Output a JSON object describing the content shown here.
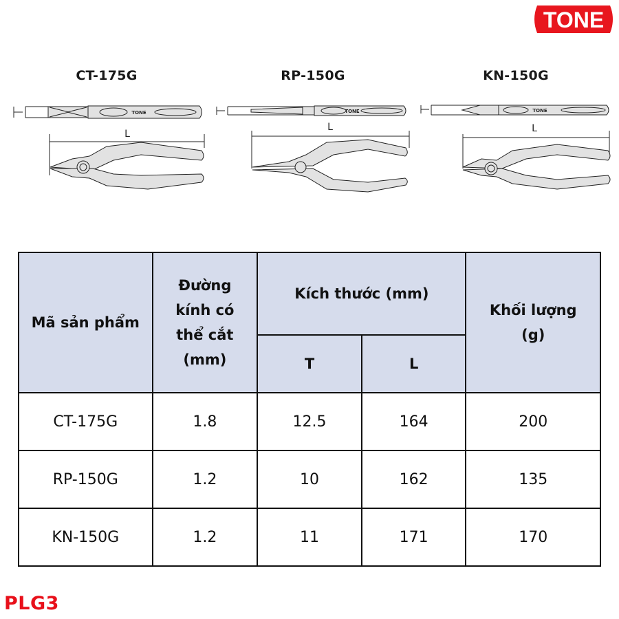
{
  "brand": {
    "logo_text": "TONE",
    "logo_color": "#e8161e",
    "handle_label": "TONE"
  },
  "tools": [
    {
      "code": "CT-175G",
      "type": "combination-pliers",
      "dim_labels": {
        "thickness": "T",
        "length": "L"
      }
    },
    {
      "code": "RP-150G",
      "type": "long-nose-pliers",
      "dim_labels": {
        "thickness": "T",
        "length": "L"
      }
    },
    {
      "code": "KN-150G",
      "type": "diagonal-cutting-pliers",
      "dim_labels": {
        "thickness": "T",
        "length": "L"
      }
    }
  ],
  "table": {
    "header_bg": "#d6dcec",
    "headers": {
      "code": "Mã sản phẩm",
      "diameter_lines": [
        "Đường",
        "kính có",
        "thể cắt",
        "(mm)"
      ],
      "size_group": "Kích thước (mm)",
      "size_t": "T",
      "size_l": "L",
      "weight_lines": [
        "Khối lượng",
        "(g)"
      ]
    },
    "rows": [
      {
        "code": "CT-175G",
        "diameter": "1.8",
        "t": "12.5",
        "l": "164",
        "weight": "200"
      },
      {
        "code": "RP-150G",
        "diameter": "1.2",
        "t": "10",
        "l": "162",
        "weight": "135"
      },
      {
        "code": "KN-150G",
        "diameter": "1.2",
        "t": "11",
        "l": "171",
        "weight": "170"
      }
    ]
  },
  "footer": {
    "series_code": "PLG3",
    "color": "#e8101a"
  }
}
